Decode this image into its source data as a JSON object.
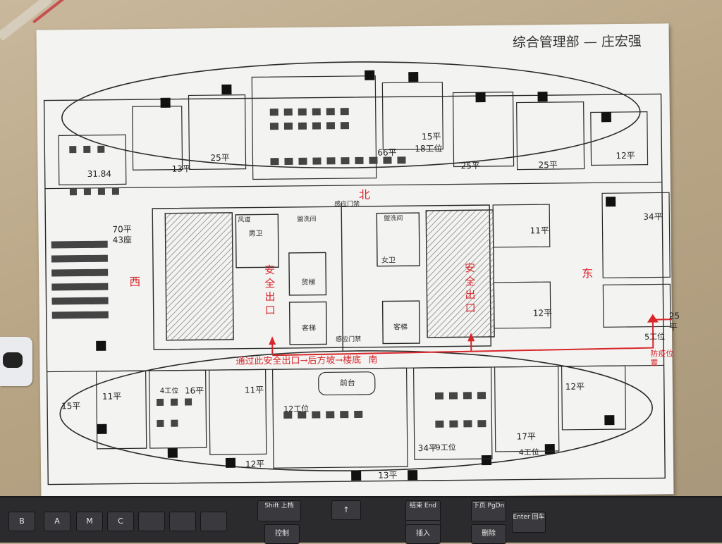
{
  "title": "综合管理部 — 庄宏强",
  "compass": {
    "north": "北",
    "west": "西",
    "east": "东",
    "south": "南"
  },
  "escape_route": "通过此安全出口→后方坡→楼底",
  "exit_label": "安全出口",
  "assembly": "防疫位置",
  "rooms": {
    "front_desk": "前台",
    "mens_wc": "男卫",
    "womens_wc": "女卫",
    "wash_left": "盥洗间",
    "wash_right": "盥洗间",
    "lift_lobby_top": "感应门禁",
    "lift_lobby_bottom": "感应门禁",
    "freight_lift": "货梯",
    "passenger_lift_1": "客梯",
    "passenger_lift_2": "客梯",
    "wind_shaft": "风道"
  },
  "areas": [
    {
      "label": "31.84",
      "type": "area"
    },
    {
      "label": "13平",
      "type": "area"
    },
    {
      "label": "25平",
      "type": "area"
    },
    {
      "label": "66平",
      "type": "area"
    },
    {
      "label": "15平",
      "type": "area"
    },
    {
      "label": "18工位",
      "type": "area"
    },
    {
      "label": "25平",
      "type": "area"
    },
    {
      "label": "25平",
      "type": "area"
    },
    {
      "label": "12平",
      "type": "area"
    },
    {
      "label": "70平",
      "type": "area"
    },
    {
      "label": "43座",
      "type": "area"
    },
    {
      "label": "34平",
      "type": "area"
    },
    {
      "label": "11平",
      "type": "area"
    },
    {
      "label": "12平",
      "type": "area"
    },
    {
      "label": "25平",
      "type": "area"
    },
    {
      "label": "5工位",
      "type": "area"
    },
    {
      "label": "15平",
      "type": "area"
    },
    {
      "label": "11平",
      "type": "area"
    },
    {
      "label": "16平",
      "type": "area"
    },
    {
      "label": "4工位",
      "type": "area"
    },
    {
      "label": "11平",
      "type": "area"
    },
    {
      "label": "12平",
      "type": "area"
    },
    {
      "label": "12工位",
      "type": "area"
    },
    {
      "label": "13平",
      "type": "area"
    },
    {
      "label": "34平",
      "type": "area"
    },
    {
      "label": "9工位",
      "type": "area"
    },
    {
      "label": "17平",
      "type": "area"
    },
    {
      "label": "4工位",
      "type": "area"
    },
    {
      "label": "12平",
      "type": "area"
    }
  ],
  "keyboard": {
    "keys": [
      "B",
      "A",
      "M",
      "C",
      "Shift 上档",
      "↑",
      "结束 End",
      "下页 PgDn",
      "Enter 回车",
      "控制",
      "↓",
      "插入",
      "删除"
    ]
  },
  "colors": {
    "paper": "#f3f3f1",
    "ink": "#2a2a2a",
    "red_ink": "#d8262b",
    "hatch": "#7a7a7a"
  }
}
